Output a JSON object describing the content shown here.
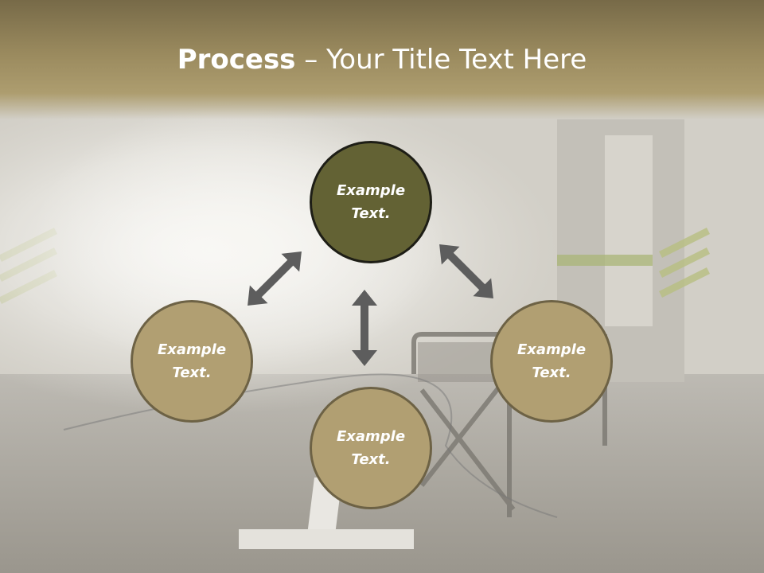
{
  "slide": {
    "title_bold": "Process",
    "title_rest": " – Your Title Text Here"
  },
  "diagram": {
    "type": "cycle",
    "nodes": [
      {
        "id": "top",
        "label_line1": "Example",
        "label_line2": "Text."
      },
      {
        "id": "left",
        "label_line1": "Example",
        "label_line2": "Text."
      },
      {
        "id": "right",
        "label_line1": "Example",
        "label_line2": "Text."
      },
      {
        "id": "bottom",
        "label_line1": "Example",
        "label_line2": "Text."
      }
    ],
    "connectors": [
      {
        "from": "top",
        "to": "left",
        "style": "double-arrow"
      },
      {
        "from": "top",
        "to": "right",
        "style": "double-arrow"
      },
      {
        "from": "top",
        "to": "bottom",
        "style": "double-arrow"
      }
    ]
  },
  "colors": {
    "title_band": "#9a8a5e",
    "center_node_fill": "#636234",
    "outer_node_fill": "#b19f72",
    "arrow": "#5d5d5d",
    "text": "#ffffff"
  }
}
